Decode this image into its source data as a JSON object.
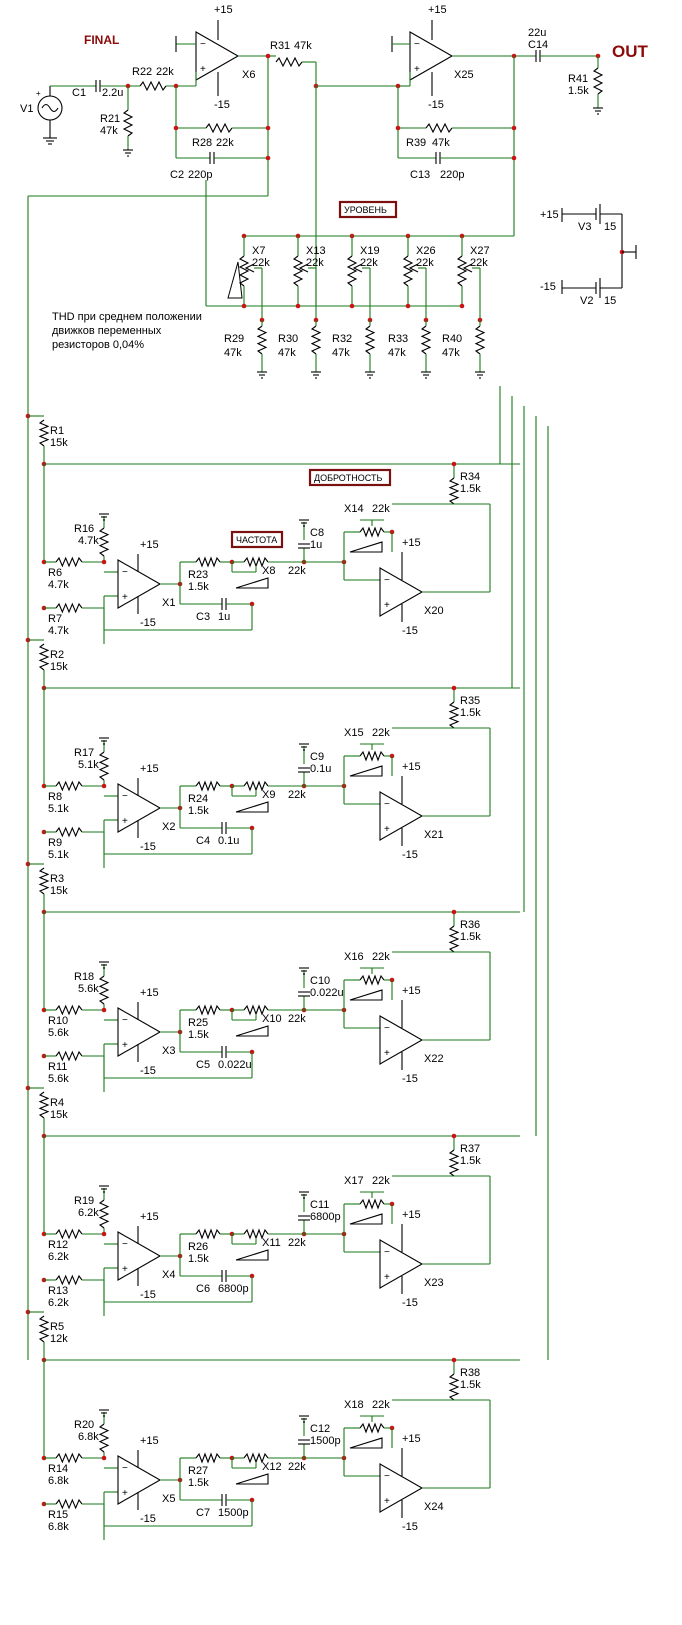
{
  "title": "FINAL",
  "out_label": "OUT",
  "section_labels": {
    "level": "УРОВЕНЬ",
    "quality": "ДОБРОТНОСТЬ",
    "frequency": "ЧАСТОТА"
  },
  "note": [
    "THD при среднем положении",
    "движков переменных",
    "резисторов 0,04%"
  ],
  "rails": {
    "pos": "+15",
    "neg": "-15",
    "pos_left": "+15",
    "neg_left": "-15"
  },
  "input_stage": {
    "source": "V1",
    "c1": {
      "name": "C1",
      "value": "2.2u"
    },
    "r22": {
      "name": "R22",
      "value": "22k"
    },
    "r21": {
      "name": "R21",
      "value": "47k"
    },
    "x6": "X6",
    "r28": {
      "name": "R28",
      "value": "22k"
    },
    "c2": {
      "name": "C2",
      "value": "220p"
    }
  },
  "output_stage": {
    "r31": {
      "name": "R31",
      "value": "47k"
    },
    "x25": "X25",
    "c14": {
      "name": "C14",
      "value": "22u"
    },
    "r41": {
      "name": "R41",
      "value": "1.5k"
    },
    "r39": {
      "name": "R39",
      "value": "47k"
    },
    "c13": {
      "name": "C13",
      "value": "220p"
    }
  },
  "supplies": [
    {
      "name": "V3",
      "value": "15",
      "rail": "+15"
    },
    {
      "name": "V2",
      "value": "15",
      "rail": "-15"
    }
  ],
  "level_pots": [
    {
      "pot": "X7",
      "pot_value": "22k",
      "res": "R29",
      "res_value": "47k"
    },
    {
      "pot": "X13",
      "pot_value": "22k",
      "res": "R30",
      "res_value": "47k"
    },
    {
      "pot": "X19",
      "pot_value": "22k",
      "res": "R32",
      "res_value": "47k"
    },
    {
      "pot": "X26",
      "pot_value": "22k",
      "res": "R33",
      "res_value": "47k"
    },
    {
      "pot": "X27",
      "pot_value": "22k",
      "res": "R40",
      "res_value": "47k"
    }
  ],
  "bands": [
    {
      "rs": "R1",
      "rs_v": "15k",
      "rf": "R16",
      "rf_v": "4.7k",
      "ra": "R6",
      "ra_v": "4.7k",
      "rb": "R7",
      "rb_v": "4.7k",
      "op1": "X1",
      "r_a": "R23",
      "r_a_v": "1.5k",
      "pot": "X8",
      "pot_v": "22k",
      "c_a": "C3",
      "c_a_v": "1u",
      "c_b": "C8",
      "c_b_v": "1u",
      "qpot": "X14",
      "qpot_v": "22k",
      "op2": "X20",
      "rq": "R34",
      "rq_v": "1.5k"
    },
    {
      "rs": "R2",
      "rs_v": "15k",
      "rf": "R17",
      "rf_v": "5.1k",
      "ra": "R8",
      "ra_v": "5.1k",
      "rb": "R9",
      "rb_v": "5.1k",
      "op1": "X2",
      "r_a": "R24",
      "r_a_v": "1.5k",
      "pot": "X9",
      "pot_v": "22k",
      "c_a": "C4",
      "c_a_v": "0.1u",
      "c_b": "C9",
      "c_b_v": "0.1u",
      "qpot": "X15",
      "qpot_v": "22k",
      "op2": "X21",
      "rq": "R35",
      "rq_v": "1.5k"
    },
    {
      "rs": "R3",
      "rs_v": "15k",
      "rf": "R18",
      "rf_v": "5.6k",
      "ra": "R10",
      "ra_v": "5.6k",
      "rb": "R11",
      "rb_v": "5.6k",
      "op1": "X3",
      "r_a": "R25",
      "r_a_v": "1.5k",
      "pot": "X10",
      "pot_v": "22k",
      "c_a": "C5",
      "c_a_v": "0.022u",
      "c_b": "C10",
      "c_b_v": "0.022u",
      "qpot": "X16",
      "qpot_v": "22k",
      "op2": "X22",
      "rq": "R36",
      "rq_v": "1.5k"
    },
    {
      "rs": "R4",
      "rs_v": "15k",
      "rf": "R19",
      "rf_v": "6.2k",
      "ra": "R12",
      "ra_v": "6.2k",
      "rb": "R13",
      "rb_v": "6.2k",
      "op1": "X4",
      "r_a": "R26",
      "r_a_v": "1.5k",
      "pot": "X11",
      "pot_v": "22k",
      "c_a": "C6",
      "c_a_v": "6800p",
      "c_b": "C11",
      "c_b_v": "6800p",
      "qpot": "X17",
      "qpot_v": "22k",
      "op2": "X23",
      "rq": "R37",
      "rq_v": "1.5k"
    },
    {
      "rs": "R5",
      "rs_v": "12k",
      "rf": "R20",
      "rf_v": "6.8k",
      "ra": "R14",
      "ra_v": "6.8k",
      "rb": "R15",
      "rb_v": "6.8k",
      "op1": "X5",
      "r_a": "R27",
      "r_a_v": "1.5k",
      "pot": "X12",
      "pot_v": "22k",
      "c_a": "C7",
      "c_a_v": "1500p",
      "c_b": "C12",
      "c_b_v": "1500p",
      "qpot": "X18",
      "qpot_v": "22k",
      "op2": "X24",
      "rq": "R38",
      "rq_v": "1.5k"
    }
  ]
}
